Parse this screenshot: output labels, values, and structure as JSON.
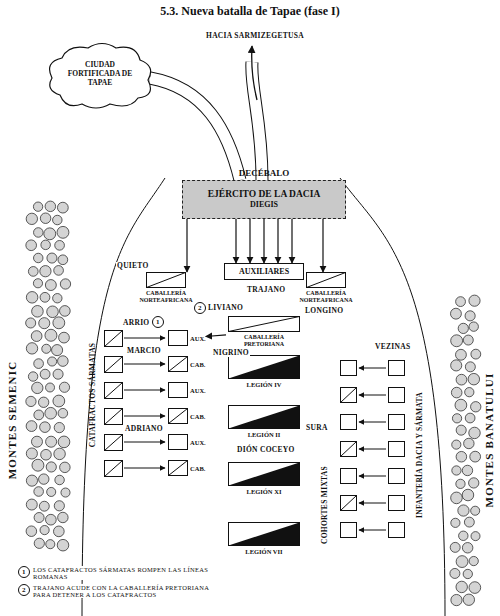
{
  "diagram": {
    "title": "5.3. Nueva batalla de Tapae (fase I)",
    "nodes": [
      {
        "text": [
          "CIUDAD FORTIFICADA DE TAPAE"
        ]
      },
      {
        "text": [
          "DECÉBALO",
          "EJÉRCITO DE LA DACIA",
          "DIEGIS"
        ]
      },
      {
        "text": [
          "CABALLERÍA NORTEAFRICANA"
        ]
      },
      {
        "text": [
          "AUXILIARES"
        ]
      },
      {
        "text": [
          "CABALLERÍA NORTEAFRICANA"
        ]
      },
      {
        "text": [
          "CABALLERÍA PRETORIANA"
        ]
      },
      {
        "text": [
          "AUX."
        ]
      },
      {
        "text": [
          "CAB."
        ]
      },
      {
        "text": [
          "AUX."
        ]
      },
      {
        "text": [
          "CAB."
        ]
      },
      {
        "text": [
          "AUX."
        ]
      },
      {
        "text": [
          "CAB."
        ]
      },
      {
        "text": [
          "LEGIÓN IV"
        ]
      },
      {
        "text": [
          "LEGIÓN II"
        ]
      },
      {
        "text": [
          "LEGIÓN XI"
        ]
      },
      {
        "text": [
          "LEGIÓN VII"
        ]
      }
    ],
    "edges": [
      {
        "from": 1,
        "to": 2,
        "arrow": "to"
      },
      {
        "from": 1,
        "to": 3,
        "arrow": "to"
      },
      {
        "from": 1,
        "to": 4,
        "arrow": "to"
      },
      {
        "from": 5,
        "to": 6,
        "arrow": "to"
      }
    ],
    "labels": [
      "HACIA SARMIZEGETUSA",
      "QUIETO",
      "TRAJANO",
      "LIVIANO",
      "LONGINO",
      "1",
      "2",
      "ARRIO",
      "NIGRINO",
      "MARCIO",
      "ADRIANO",
      "CATAFRACTOS SÁRMATAS",
      "VEZINAS",
      "SURA",
      "DIÓN COCEYO",
      "COHORTES MIXTAS",
      "INFANTERÍA DACIA Y SÁRMATA",
      "MONTES SEMENIC",
      "MONTES BANATULUI",
      "1",
      "LOS CATAFRACTOS SÁRMATAS ROMPEN LAS LÍNEAS ROMANAS",
      "2",
      "TRAJANO ACUDE CON LA CABALLERÍA PRETORIANA PARA DETENER A LOS CATAFRACTOS"
    ]
  }
}
